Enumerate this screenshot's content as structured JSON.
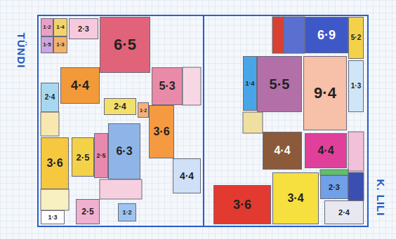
{
  "diagram": {
    "nodes": [
      {
        "text": [
          "1·2"
        ]
      },
      {
        "text": [
          "1·4"
        ]
      },
      {
        "text": [
          "1·5"
        ]
      },
      {
        "text": [
          "1·3"
        ]
      },
      {
        "text": [
          "2·3"
        ]
      },
      {
        "text": [
          "6·5"
        ]
      },
      {
        "text": [
          "4·4"
        ]
      },
      {
        "text": [
          "5·3"
        ]
      },
      {
        "text": [
          "2·4"
        ]
      },
      {
        "text": [
          "2·4"
        ]
      },
      {
        "text": [
          "1·2"
        ]
      },
      {
        "text": [
          "3·6"
        ]
      },
      {
        "text": [
          "6·3"
        ]
      },
      {
        "text": [
          "2·5"
        ]
      },
      {
        "text": [
          "2·5"
        ]
      },
      {
        "text": [
          "3·6"
        ]
      },
      {
        "text": [
          "4·4"
        ]
      },
      {
        "text": [
          "1·3"
        ]
      },
      {
        "text": [
          "2·5"
        ]
      },
      {
        "text": [
          "1·2"
        ]
      },
      {
        "text": [
          "6·9"
        ]
      },
      {
        "text": [
          "5·2"
        ]
      },
      {
        "text": [
          "1·4"
        ]
      },
      {
        "text": [
          "5·5"
        ]
      },
      {
        "text": [
          "9·4"
        ]
      },
      {
        "text": [
          "1·3"
        ]
      },
      {
        "text": [
          "4·4"
        ]
      },
      {
        "text": [
          "4·4"
        ]
      },
      {
        "text": [
          "3·6"
        ]
      },
      {
        "text": [
          "3·4"
        ]
      },
      {
        "text": [
          "2·3"
        ]
      },
      {
        "text": [
          "2·4"
        ]
      }
    ],
    "labels": [
      "TÜNDI",
      "K. LILI"
    ]
  }
}
